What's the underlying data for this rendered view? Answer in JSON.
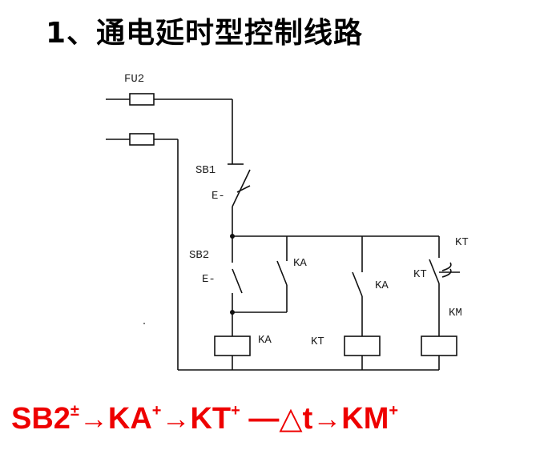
{
  "title": "1、通电延时型控制线路",
  "labels": {
    "fu2": "FU2",
    "sb1": "SB1",
    "sb1_mark": "E-",
    "sb2": "SB2",
    "sb2_mark": "E-",
    "ka_contact1": "KA",
    "ka_contact2": "KA",
    "kt_contact": "KT",
    "kt_contact_top": "KT",
    "km": "KM",
    "ka_coil": "KA",
    "kt_coil": "KT"
  },
  "formula": {
    "sb2": "SB2",
    "sb2_sup": "±",
    "arrow1": "→",
    "ka": "KA",
    "ka_sup": "+",
    "arrow2": "→",
    "kt": "KT",
    "kt_sup": "+",
    "dash": "—",
    "delta": "△",
    "t": "t",
    "arrow3": "→",
    "km": "KM",
    "km_sup": "+"
  },
  "colors": {
    "formula": "#ee0000",
    "lines": "#111111"
  }
}
